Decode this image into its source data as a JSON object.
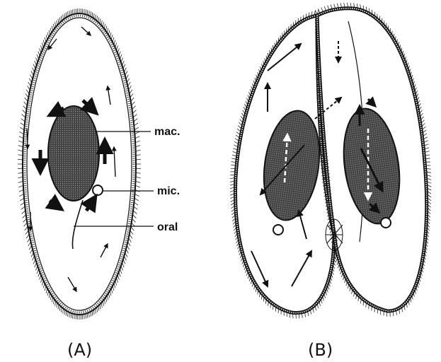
{
  "figure": {
    "panels": [
      {
        "id": "A",
        "caption": "(A)"
      },
      {
        "id": "B",
        "caption": "(B)"
      }
    ],
    "labels": {
      "macronucleus": "mac.",
      "micronucleus": "mic.",
      "oral": "oral"
    },
    "colors": {
      "ink": "#111111",
      "nucleus_fill": "#333333",
      "cilia": "#222222"
    }
  }
}
